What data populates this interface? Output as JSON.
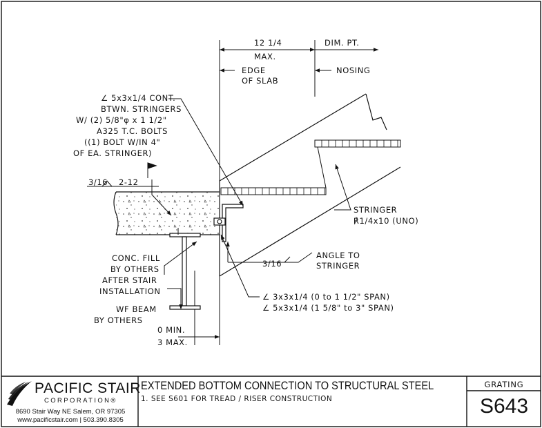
{
  "dimensions": {
    "overall": "12 1/4",
    "overall_qualifier": "MAX.",
    "dim_point": "DIM. PT.",
    "gap_min": "0 MIN.",
    "gap_max": "3 MAX."
  },
  "callouts": {
    "edge_of_slab": [
      "EDGE",
      "OF SLAB"
    ],
    "nosing": "NOSING",
    "angle_bolts": [
      "∠ 5x3x1/4 CONT.",
      "BTWN. STRINGERS",
      "W/ (2) 5/8\"φ x 1 1/2\"",
      "A325 T.C. BOLTS",
      "((1) BOLT W/IN 4\"",
      "OF EA. STRINGER)"
    ],
    "weld_left_size": "3/16",
    "weld_left_length": "2-12",
    "stringer": [
      "STRINGER",
      "℟1/4x10 (UNO)"
    ],
    "weld_right_size": "3/16",
    "angle_to_stringer": [
      "ANGLE TO",
      "STRINGER"
    ],
    "conc_fill": [
      "CONC. FILL",
      "BY OTHERS",
      "AFTER STAIR",
      "INSTALLATION"
    ],
    "wf_beam": [
      "WF BEAM",
      "BY OTHERS"
    ],
    "angle_sizes": [
      "∠ 3x3x1/4 (0 to 1 1/2\" SPAN)",
      "∠ 5x3x1/4 (1 5/8\" to 3\" SPAN)"
    ]
  },
  "title_block": {
    "company_name": "PACIFIC STAIR",
    "company_sub": "CORPORATION®",
    "address": "8690 Stair Way NE Salem, OR 97305",
    "contact": "www.pacificstair.com  |  503.390.8305",
    "title": "EXTENDED BOTTOM CONNECTION TO STRUCTURAL STEEL",
    "note": "1.  SEE S601 FOR TREAD / RISER CONSTRUCTION",
    "category": "GRATING",
    "sheet_number": "S643"
  },
  "colors": {
    "ink": "#111111",
    "paper": "#ffffff"
  },
  "icons": {
    "logo": "stair-swoosh-logo-icon"
  }
}
